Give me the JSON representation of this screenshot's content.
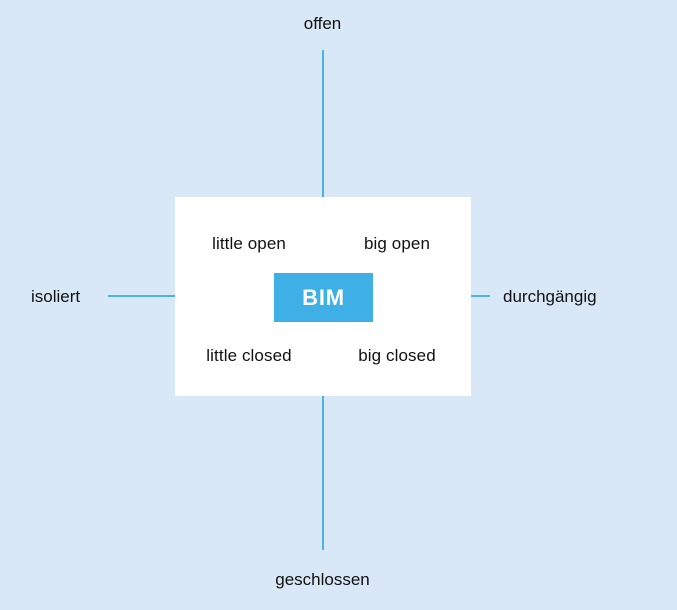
{
  "diagram": {
    "type": "two-by-two-matrix",
    "background_color": "#d8e8f7",
    "accent_color": "#4cb3e4",
    "badge_color": "#3fb0e5",
    "panel_color": "#ffffff",
    "text_color": "#111111",
    "center": {
      "label": "BIM"
    },
    "axes": {
      "vertical": {
        "top_label": "offen",
        "bottom_label": "geschlossen"
      },
      "horizontal": {
        "left_label": "isoliert",
        "right_label": "durchgängig"
      }
    },
    "quadrants": [
      {
        "position": "top-left",
        "label": "little open"
      },
      {
        "position": "top-right",
        "label": "big open"
      },
      {
        "position": "bottom-left",
        "label": "little closed"
      },
      {
        "position": "bottom-right",
        "label": "big closed"
      }
    ]
  }
}
